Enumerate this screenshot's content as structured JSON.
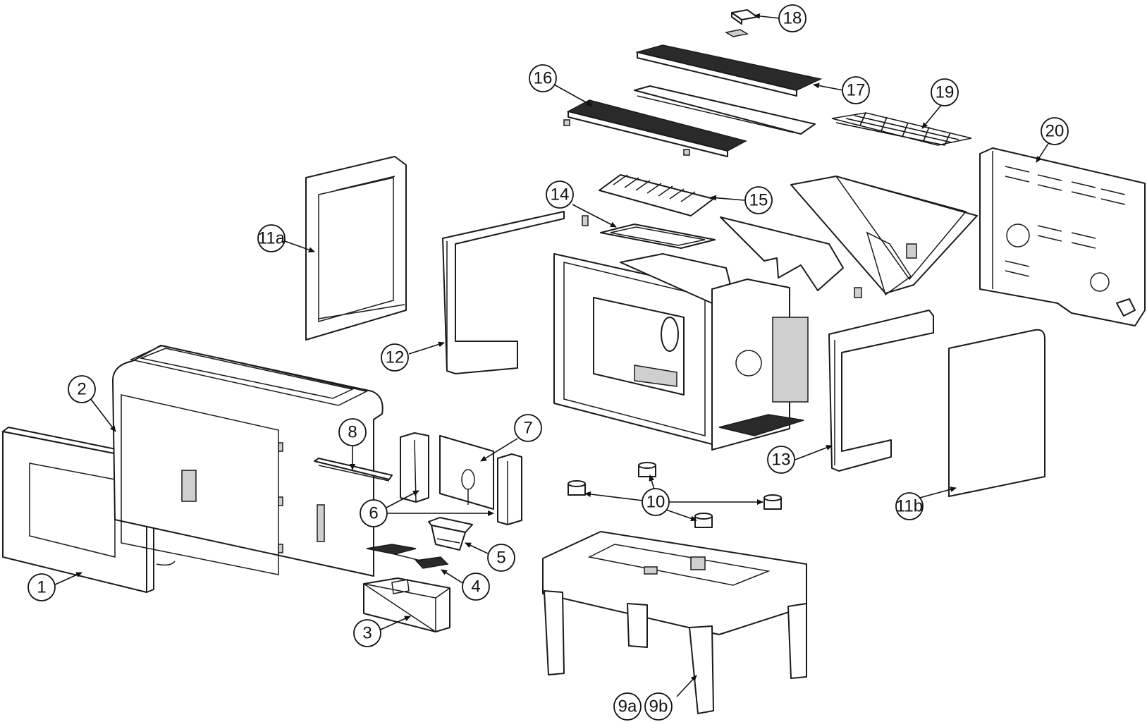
{
  "diagram": {
    "type": "exploded-parts-view",
    "callouts": [
      {
        "id": "c1",
        "label": "1"
      },
      {
        "id": "c2",
        "label": "2"
      },
      {
        "id": "c3",
        "label": "3"
      },
      {
        "id": "c4",
        "label": "4"
      },
      {
        "id": "c5",
        "label": "5"
      },
      {
        "id": "c6",
        "label": "6"
      },
      {
        "id": "c7",
        "label": "7"
      },
      {
        "id": "c8",
        "label": "8"
      },
      {
        "id": "c9a",
        "label": "9a"
      },
      {
        "id": "c9b",
        "label": "9b"
      },
      {
        "id": "c10",
        "label": "10"
      },
      {
        "id": "c11a",
        "label": "11a"
      },
      {
        "id": "c11b",
        "label": "11b"
      },
      {
        "id": "c12",
        "label": "12"
      },
      {
        "id": "c13",
        "label": "13"
      },
      {
        "id": "c14",
        "label": "14"
      },
      {
        "id": "c15",
        "label": "15"
      },
      {
        "id": "c16",
        "label": "16"
      },
      {
        "id": "c17",
        "label": "17"
      },
      {
        "id": "c18",
        "label": "18"
      },
      {
        "id": "c19",
        "label": "19"
      },
      {
        "id": "c20",
        "label": "20"
      }
    ]
  }
}
